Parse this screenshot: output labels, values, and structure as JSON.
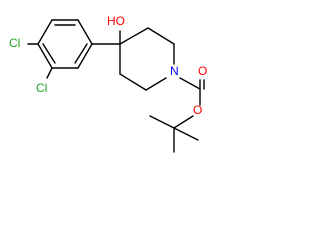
{
  "molecule": {
    "atoms": {
      "cl_top": {
        "text": "Cl",
        "color": "#1fa31f"
      },
      "cl_bottom": {
        "text": "Cl",
        "color": "#1fa31f"
      },
      "hydroxyl": {
        "text": "HO",
        "color": "#ff0000"
      },
      "nitrogen": {
        "text": "N",
        "color": "#0000ff"
      },
      "carbonyl_oxygen": {
        "text": "O",
        "color": "#ff0000"
      },
      "ester_oxygen": {
        "text": "O",
        "color": "#ff0000"
      }
    },
    "bond_color": "#000000"
  }
}
